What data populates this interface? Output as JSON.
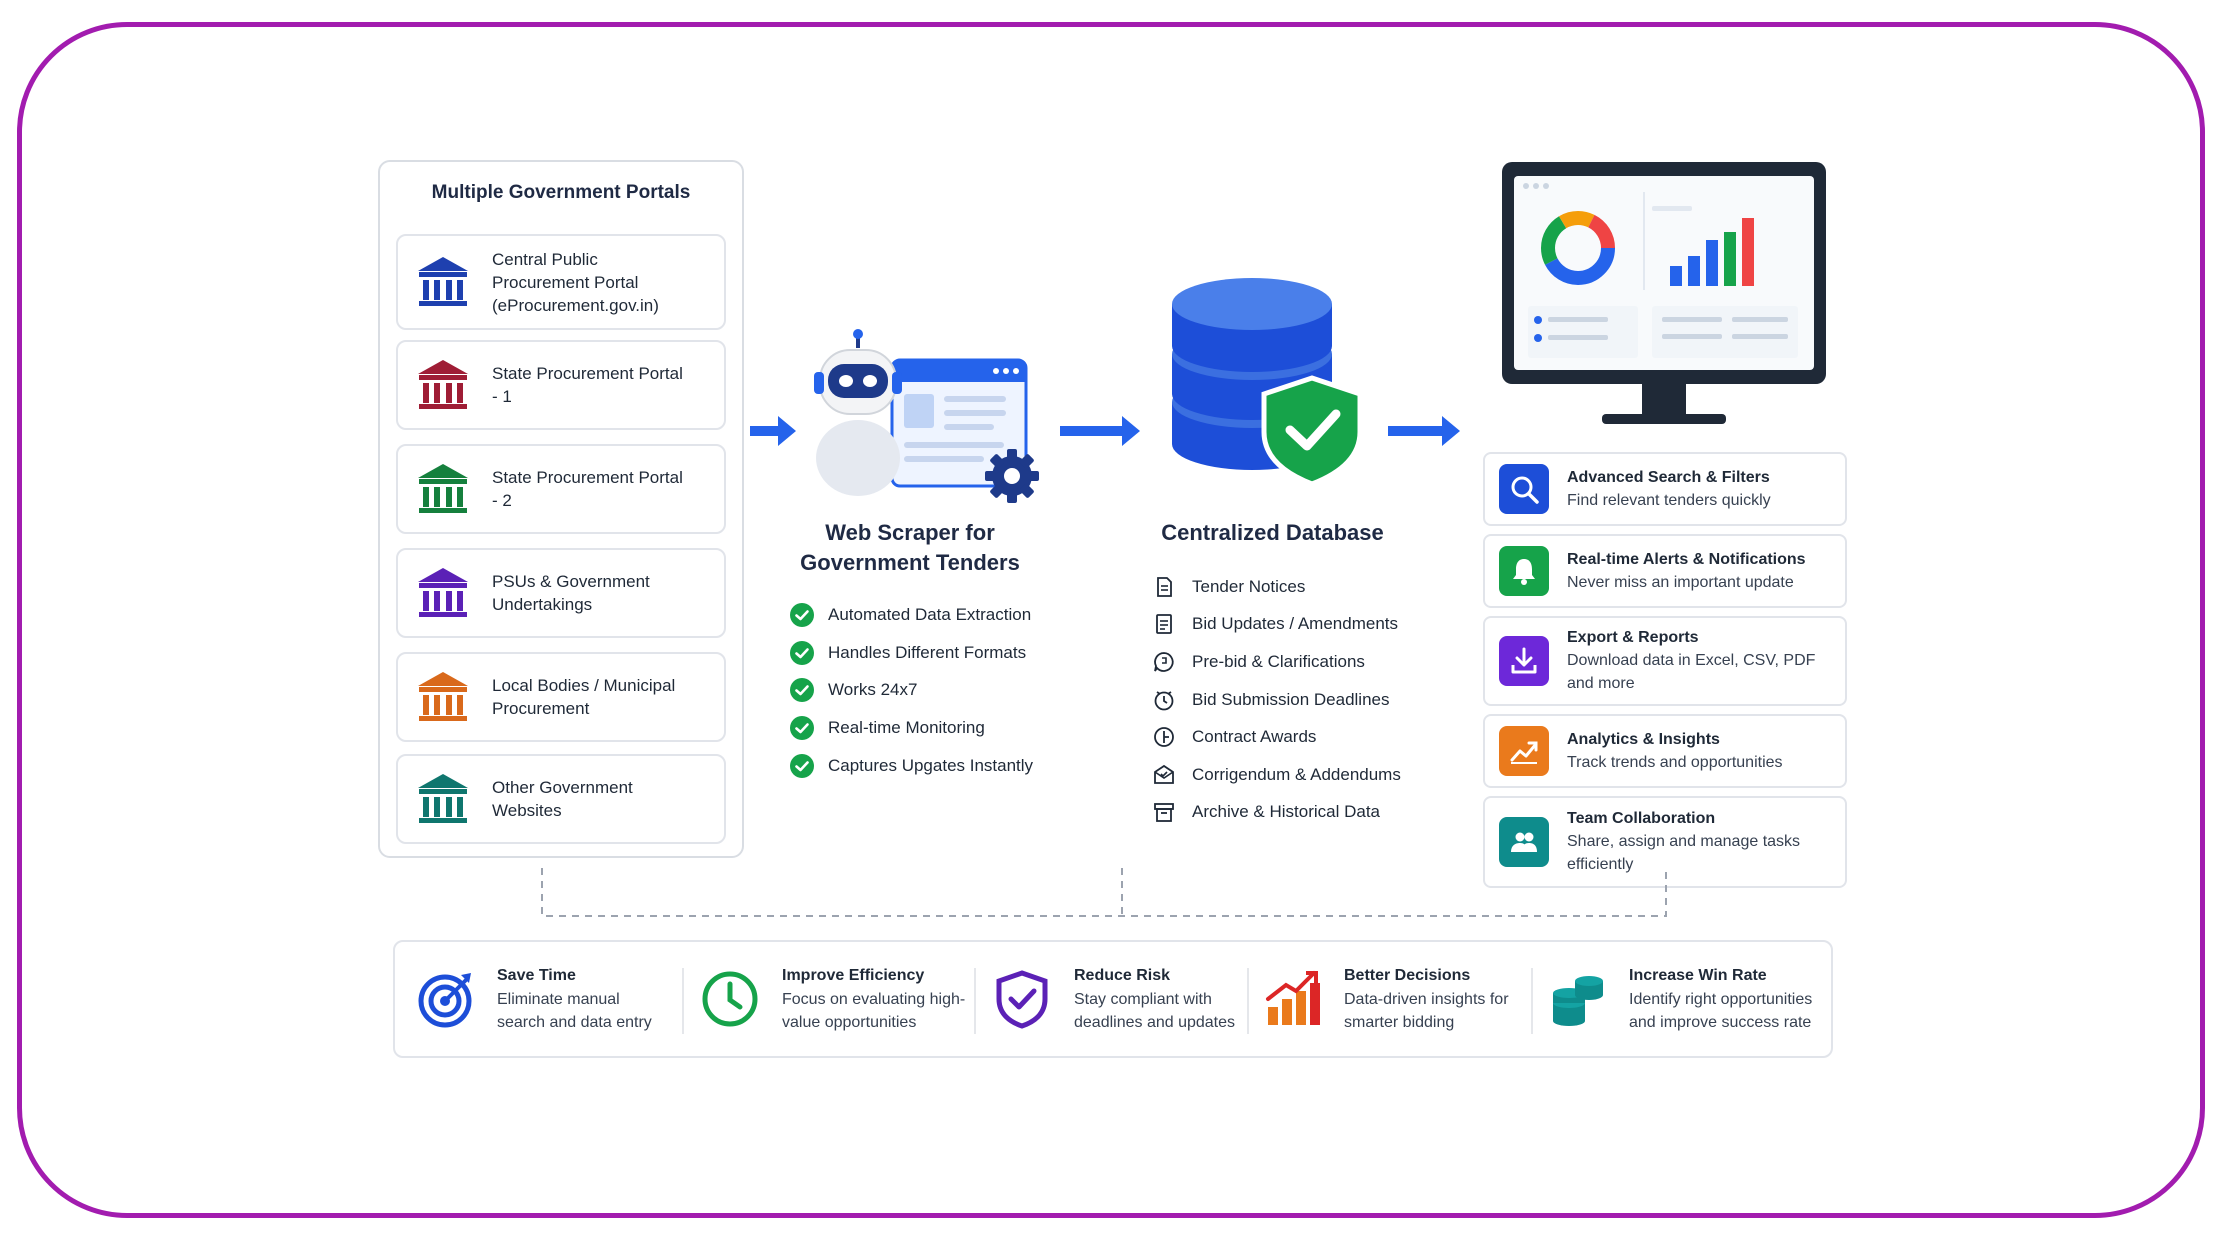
{
  "colors": {
    "frame": "#a21caf",
    "arrow": "#2563eb",
    "check": "#16a34a",
    "db_blue": "#1d4ed8",
    "shield_green": "#16a34a"
  },
  "portals": {
    "title": "Multiple Government Portals",
    "items": [
      {
        "label": "Central Public Procurement Portal (eProcurement.gov.in)",
        "color": "#1e40af",
        "icon": "government-building-icon"
      },
      {
        "label": "State Procurement Portal - 1",
        "color": "#9f1d35",
        "icon": "government-building-icon"
      },
      {
        "label": "State Procurement Portal - 2",
        "color": "#15803d",
        "icon": "government-building-icon"
      },
      {
        "label": "PSUs & Government Undertakings",
        "color": "#5b21b6",
        "icon": "government-building-icon"
      },
      {
        "label": "Local Bodies / Municipal Procurement",
        "color": "#d9691b",
        "icon": "government-building-icon"
      },
      {
        "label": "Other Government Websites",
        "color": "#0f766e",
        "icon": "government-building-icon"
      }
    ]
  },
  "scraper": {
    "title": "Web Scraper for Government Tenders",
    "icon": "robot-browser-gear-icon",
    "features": [
      "Automated Data Extraction",
      "Handles Different Formats",
      "Works 24x7",
      "Real-time Monitoring",
      "Captures Upgates Instantly"
    ]
  },
  "database": {
    "title": "Centralized Database",
    "icon": "database-shield-icon",
    "items": [
      {
        "label": "Tender Notices",
        "icon": "document-icon"
      },
      {
        "label": "Bid Updates / Amendments",
        "icon": "document-edit-icon"
      },
      {
        "label": "Pre-bid & Clarifications",
        "icon": "chat-bubble-icon"
      },
      {
        "label": "Bid Submission Deadlines",
        "icon": "clock-icon"
      },
      {
        "label": "Contract Awards",
        "icon": "award-icon"
      },
      {
        "label": "Corrigendum & Addendums",
        "icon": "envelope-icon"
      },
      {
        "label": "Archive & Historical Data",
        "icon": "archive-icon"
      }
    ]
  },
  "dashboard": {
    "icon": "monitor-dashboard-icon"
  },
  "outputs": [
    {
      "title": "Advanced Search & Filters",
      "desc": "Find relevant tenders quickly",
      "color": "#1d4ed8",
      "icon": "search-icon"
    },
    {
      "title": "Real-time Alerts & Notifications",
      "desc": "Never miss an important update",
      "color": "#16a34a",
      "icon": "bell-icon"
    },
    {
      "title": "Export & Reports",
      "desc": "Download data in Excel, CSV, PDF and more",
      "color": "#6d28d9",
      "icon": "download-icon"
    },
    {
      "title": "Analytics & Insights",
      "desc": "Track trends and opportunities",
      "color": "#ea7a1c",
      "icon": "trend-chart-icon"
    },
    {
      "title": "Team Collaboration",
      "desc": "Share, assign and manage tasks efficiently",
      "color": "#0e8c8c",
      "icon": "team-icon"
    }
  ],
  "benefits": [
    {
      "title": "Save Time",
      "desc": "Eliminate manual search and data entry",
      "color": "#1d4ed8",
      "icon": "target-icon"
    },
    {
      "title": "Improve Efficiency",
      "desc": "Focus on evaluating high-value opportunities",
      "color": "#16a34a",
      "icon": "clock-icon"
    },
    {
      "title": "Reduce Risk",
      "desc": "Stay compliant with deadlines and updates",
      "color": "#5b21b6",
      "icon": "shield-check-icon"
    },
    {
      "title": "Better Decisions",
      "desc": "Data-driven insights for smarter bidding",
      "color": "#ea7a1c",
      "icon": "bar-growth-icon"
    },
    {
      "title": "Increase Win Rate",
      "desc": "Identify right opportunities and improve success rate",
      "color": "#0e8c8c",
      "icon": "coin-stack-icon"
    }
  ]
}
